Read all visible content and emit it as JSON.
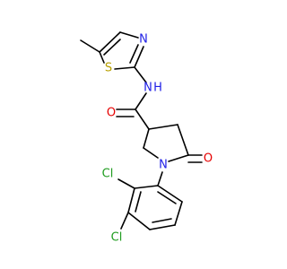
{
  "molecule": {
    "atom_labels": {
      "S": "S",
      "N_thiazole": "N",
      "NH_N": "N",
      "NH_H": "H",
      "O_amide": "O",
      "N_ring": "N",
      "O_lactam": "O",
      "Cl_1": "Cl",
      "Cl_2": "Cl"
    }
  },
  "colors": {
    "S": "#b8a000",
    "N": "#1f1fe6",
    "O": "#e60000",
    "Cl": "#1f9c1f",
    "bond": "#000000"
  }
}
